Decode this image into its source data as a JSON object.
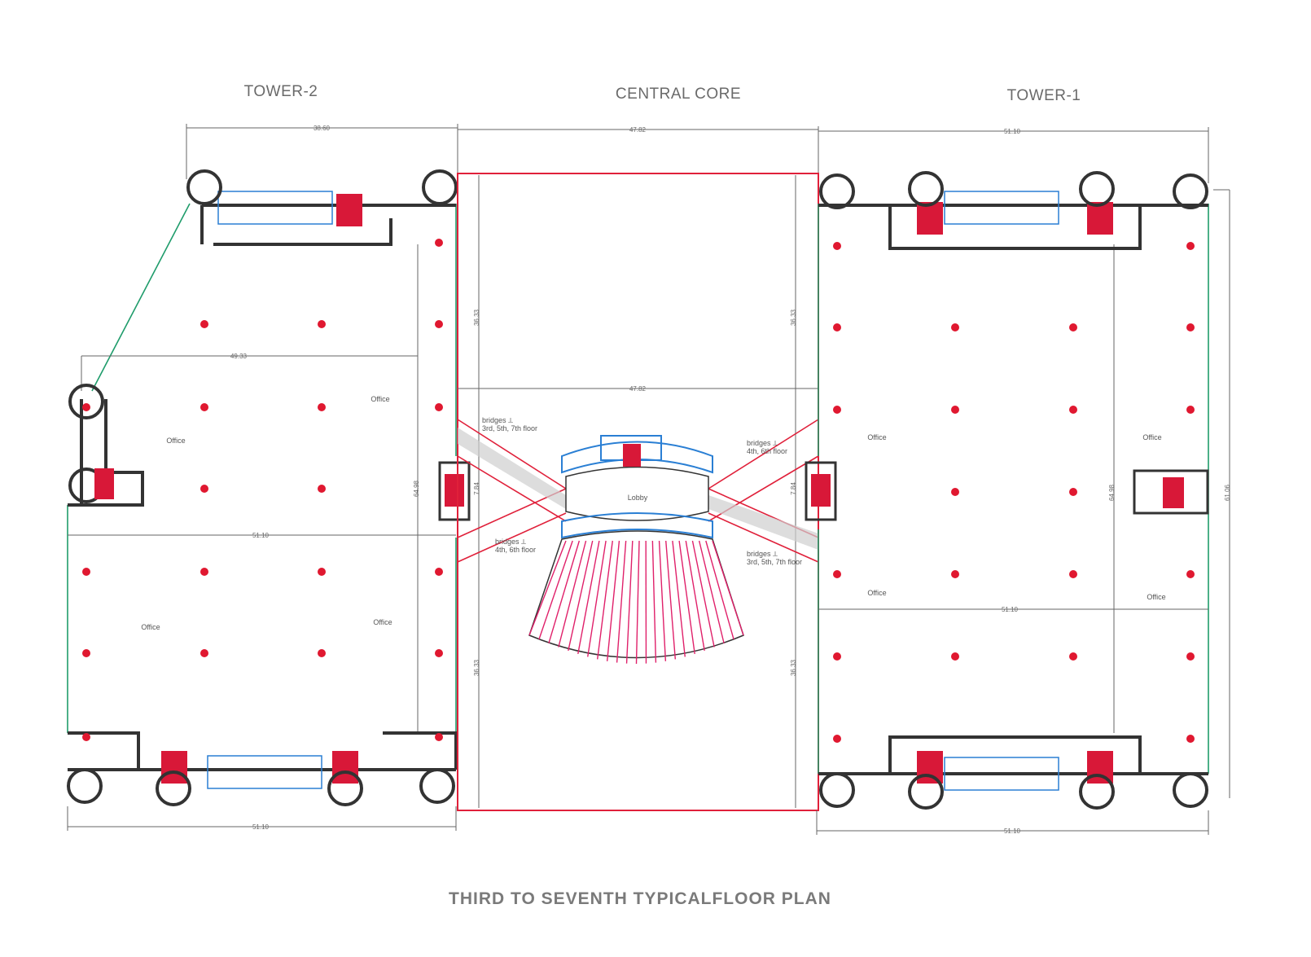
{
  "headers": {
    "tower2": "TOWER-2",
    "core": "CENTRAL CORE",
    "tower1": "TOWER-1"
  },
  "title": "THIRD TO SEVENTH TYPICALFLOOR PLAN",
  "labels": {
    "office": "Office",
    "lobby": "Lobby",
    "bridges_a": "bridges ⟂\n3rd, 5th, 7th floor",
    "bridges_b": "bridges ⟂\n4th, 6th floor"
  },
  "dimensions": {
    "d1": "38.60",
    "d2": "47.82",
    "d3": "51.10",
    "d4": "49.33",
    "d5": "36.33",
    "d6": "64.98",
    "d7": "61.06",
    "d8": "7.84"
  }
}
